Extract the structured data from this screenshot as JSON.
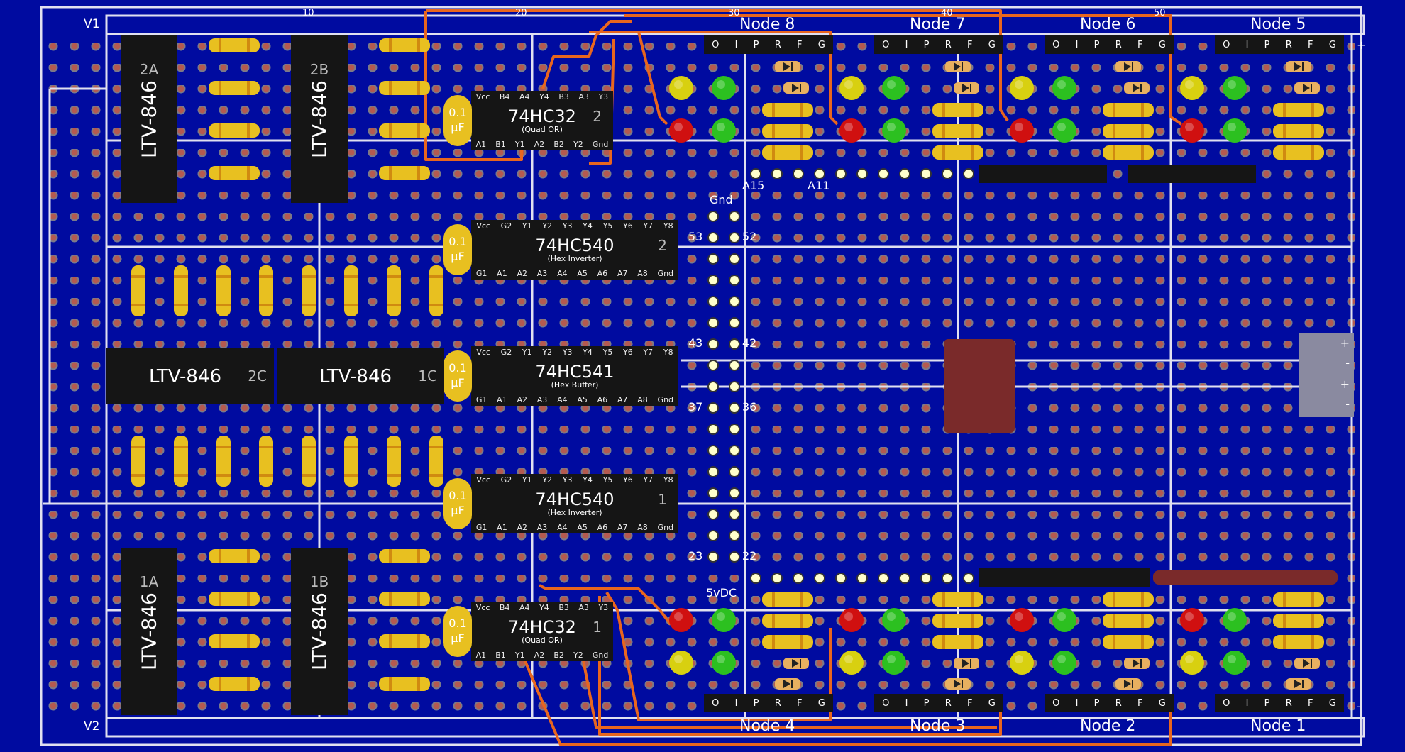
{
  "board": {
    "rails": {
      "top": "V1",
      "bottom": "V2"
    },
    "column_numbers": [
      "10",
      "20",
      "30",
      "40",
      "50"
    ],
    "nodes_top": [
      "Node 8",
      "Node 7",
      "Node 6",
      "Node 5"
    ],
    "nodes_bottom": [
      "Node 4",
      "Node 3",
      "Node 2",
      "Node 1"
    ],
    "header_pins": [
      "O",
      "I",
      "P",
      "R",
      "F",
      "G"
    ],
    "pin_labels": {
      "a15": "A15",
      "a11": "A11",
      "gnd": "Gnd",
      "vdc": "5vDC",
      "p53": "53",
      "p52": "52",
      "p43": "43",
      "p42": "42",
      "p37": "37",
      "p36": "36",
      "p23": "23",
      "p22": "22"
    },
    "power_symbols": [
      "+",
      "-",
      "+",
      "-"
    ],
    "corner_plus": "+",
    "corner_minus": "-"
  },
  "chips": [
    {
      "name": "74HC32",
      "sub": "(Quad OR)",
      "num": "2",
      "top_pins": [
        "Vcc",
        "B4",
        "A4",
        "Y4",
        "B3",
        "A3",
        "Y3"
      ],
      "bottom_pins": [
        "A1",
        "B1",
        "Y1",
        "A2",
        "B2",
        "Y2",
        "Gnd"
      ]
    },
    {
      "name": "74HC540",
      "sub": "(Hex Inverter)",
      "num": "2",
      "top_pins": [
        "Vcc",
        "G2",
        "Y1",
        "Y2",
        "Y3",
        "Y4",
        "Y5",
        "Y6",
        "Y7",
        "Y8"
      ],
      "bottom_pins": [
        "G1",
        "A1",
        "A2",
        "A3",
        "A4",
        "A5",
        "A6",
        "A7",
        "A8",
        "Gnd"
      ]
    },
    {
      "name": "74HC541",
      "sub": "(Hex Buffer)",
      "num": "",
      "top_pins": [
        "Vcc",
        "G2",
        "Y1",
        "Y2",
        "Y3",
        "Y4",
        "Y5",
        "Y6",
        "Y7",
        "Y8"
      ],
      "bottom_pins": [
        "G1",
        "A1",
        "A2",
        "A3",
        "A4",
        "A5",
        "A6",
        "A7",
        "A8",
        "Gnd"
      ]
    },
    {
      "name": "74HC540",
      "sub": "(Hex Inverter)",
      "num": "1",
      "top_pins": [
        "Vcc",
        "G2",
        "Y1",
        "Y2",
        "Y3",
        "Y4",
        "Y5",
        "Y6",
        "Y7",
        "Y8"
      ],
      "bottom_pins": [
        "G1",
        "A1",
        "A2",
        "A3",
        "A4",
        "A5",
        "A6",
        "A7",
        "A8",
        "Gnd"
      ]
    },
    {
      "name": "74HC32",
      "sub": "(Quad OR)",
      "num": "1",
      "top_pins": [
        "Vcc",
        "B4",
        "A4",
        "Y4",
        "B3",
        "A3",
        "Y3"
      ],
      "bottom_pins": [
        "A1",
        "B1",
        "Y1",
        "A2",
        "B2",
        "Y2",
        "Gnd"
      ]
    }
  ],
  "capacitor": {
    "value": "0.1",
    "unit": "µF"
  },
  "optocouplers": [
    {
      "model": "LTV-846",
      "id": "2A"
    },
    {
      "model": "LTV-846",
      "id": "2B"
    },
    {
      "model": "LTV-846",
      "id": "2C"
    },
    {
      "model": "LTV-846",
      "id": "1C"
    },
    {
      "model": "LTV-846",
      "id": "1A"
    },
    {
      "model": "LTV-846",
      "id": "1B"
    }
  ],
  "colors": {
    "board_bg": "#000ba0",
    "hole": "#b45a50",
    "trace": "#e8661e",
    "resistor": "#e8c020",
    "chip": "#151515",
    "led_red": "#d01010",
    "led_green": "#2cc020",
    "led_yellow": "#d8d010",
    "block": "#7a2a2a"
  }
}
